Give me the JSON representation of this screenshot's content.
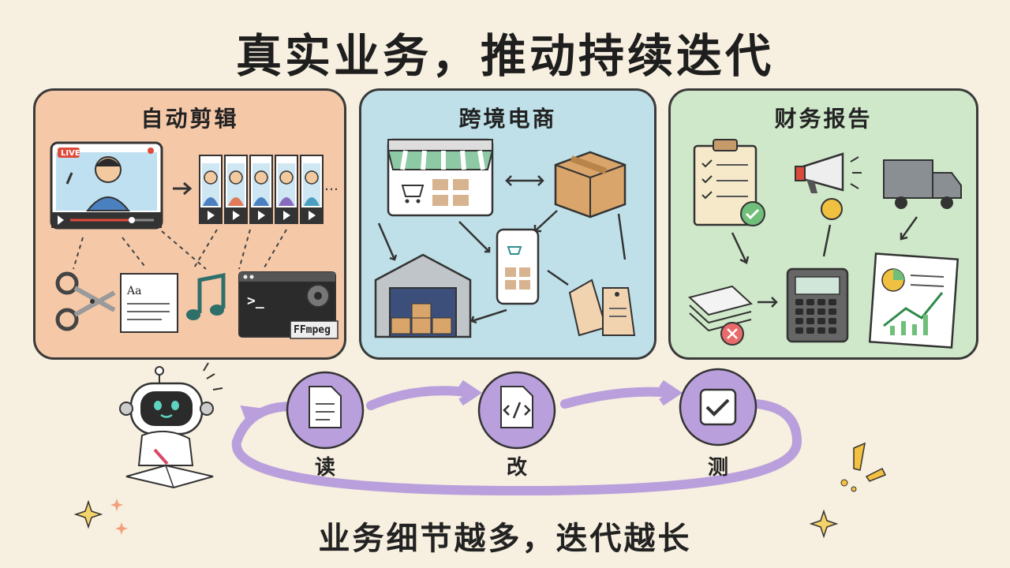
{
  "title": "真实业务，推动持续迭代",
  "panels": {
    "video": {
      "title": "自动剪辑",
      "live_badge": "LIVE",
      "text_icon": "Aa",
      "terminal_prompt": ">_",
      "tool_label": "FFmpeg"
    },
    "ecommerce": {
      "title": "跨境电商"
    },
    "finance": {
      "title": "财务报告"
    }
  },
  "cycle": {
    "steps": [
      {
        "label": "读",
        "icon": "document-icon"
      },
      {
        "label": "改",
        "icon": "code-file-icon"
      },
      {
        "label": "测",
        "icon": "checkbox-icon"
      }
    ]
  },
  "footer": "业务细节越多，迭代越长",
  "colors": {
    "title_text": "#1e1e1e",
    "video_panel": "#f5c9a8",
    "ecommerce_panel": "#bfe0e8",
    "finance_panel": "#cfe8c9",
    "cycle_ring": "#b9a0dd",
    "background": "#f7efdf"
  }
}
